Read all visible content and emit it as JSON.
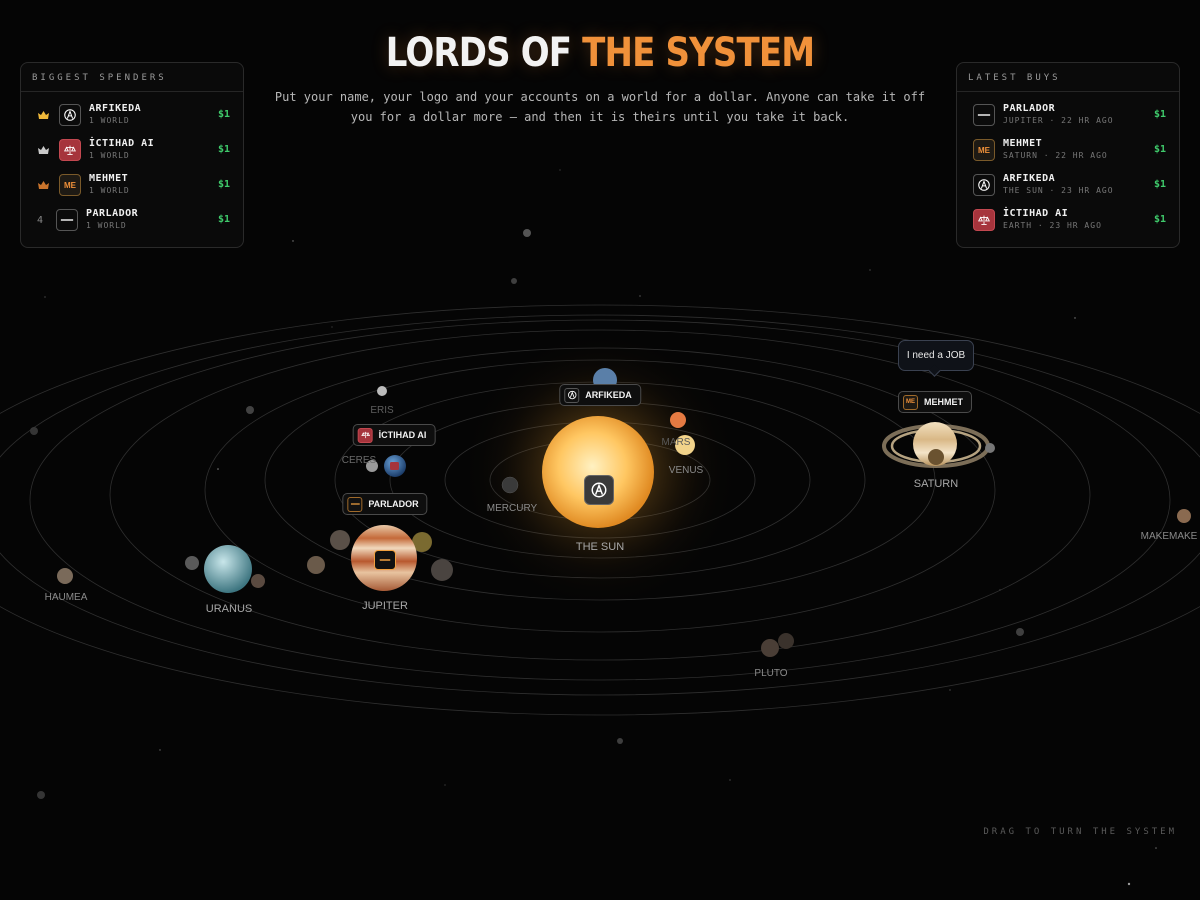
{
  "header": {
    "title_main": "LORDS OF",
    "title_accent": "THE SYSTEM",
    "subtitle": "Put your name, your logo and your accounts on a world for a dollar. Anyone can take it off you for a dollar more — and then it is theirs until you take it back."
  },
  "spenders": {
    "title": "BIGGEST SPENDERS",
    "rows": [
      {
        "rank": "1",
        "crown": "gold",
        "name": "ARFIKEDA",
        "sub": "1 WORLD",
        "price": "$1",
        "logo": "arfikeda"
      },
      {
        "rank": "2",
        "crown": "silver",
        "name": "İCTIHAD AI",
        "sub": "1 WORLD",
        "price": "$1",
        "logo": "ictihad"
      },
      {
        "rank": "3",
        "crown": "bronze",
        "name": "MEHMET",
        "sub": "1 WORLD",
        "price": "$1",
        "logo": "mehmet"
      },
      {
        "rank": "4",
        "crown": "",
        "name": "PARLADOR",
        "sub": "1 WORLD",
        "price": "$1",
        "logo": "parlador"
      }
    ]
  },
  "latest": {
    "title": "LATEST BUYS",
    "rows": [
      {
        "name": "PARLADOR",
        "sub": "JUPITER · 22 HR AGO",
        "price": "$1",
        "logo": "parlador"
      },
      {
        "name": "MEHMET",
        "sub": "SATURN · 22 HR AGO",
        "price": "$1",
        "logo": "mehmet"
      },
      {
        "name": "ARFIKEDA",
        "sub": "THE SUN · 23 HR AGO",
        "price": "$1",
        "logo": "arfikeda"
      },
      {
        "name": "İCTIHAD AI",
        "sub": "EARTH · 23 HR AGO",
        "price": "$1",
        "logo": "ictihad"
      }
    ]
  },
  "logos": {
    "mehmet_text": "ME"
  },
  "bodies": {
    "sun": "THE SUN",
    "mercury": "MERCURY",
    "venus": "VENUS",
    "mars": "MARS",
    "jupiter": "JUPITER",
    "saturn": "SATURN",
    "uranus": "URANUS",
    "pluto": "PLUTO",
    "eris": "ERIS",
    "ceres": "CERES",
    "haumea": "HAUMEA",
    "makemake": "MAKEMAKE"
  },
  "owners": {
    "sun": "ARFIKEDA",
    "earth": "İCTIHAD AI",
    "jupiter": "PARLADOR",
    "saturn": "MEHMET"
  },
  "bubble": "I need a JOB",
  "hint": "DRAG TO TURN THE SYSTEM",
  "colors": {
    "accent": "#f0913a",
    "price": "#3fca6b",
    "ictihad_red": "#a6343c"
  }
}
